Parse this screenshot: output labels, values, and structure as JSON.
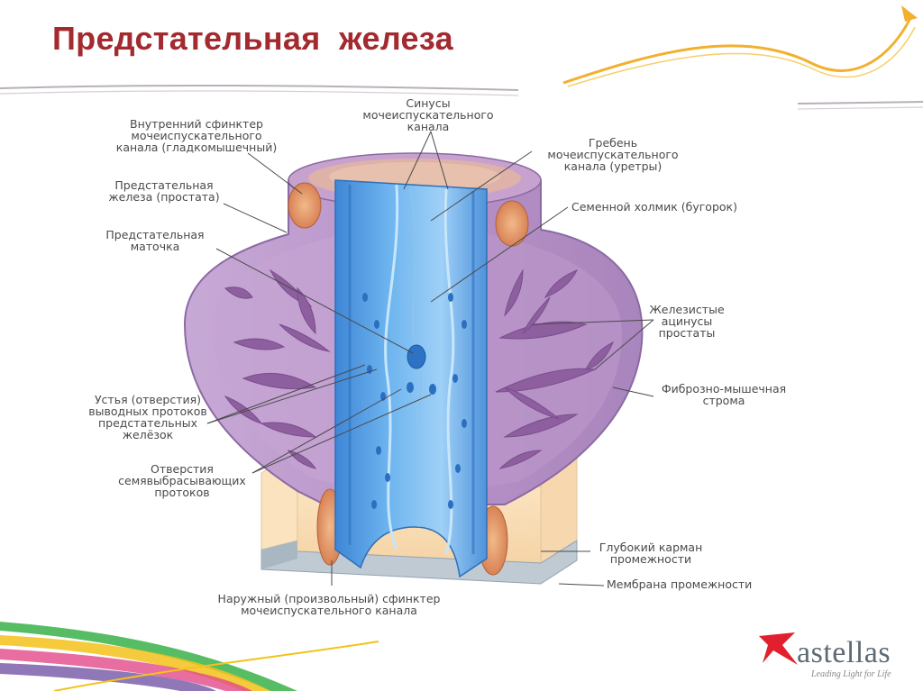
{
  "slide": {
    "title": "Предстательная  железа"
  },
  "labels": {
    "sphincter_internal": [
      "Внутренний сфинктер",
      "мочеиспускательного",
      "канала (гладкомышечный)"
    ],
    "prostate": [
      "Предстательная",
      "железа (простата)"
    ],
    "utricle": [
      "Предстательная",
      "маточка"
    ],
    "duct_openings": [
      "Устья (отверстия)",
      "выводных протоков",
      "предстательных",
      "желёзок"
    ],
    "ejaculatory_openings": [
      "Отверстия",
      "семявыбрасывающих",
      "протоков"
    ],
    "sphincter_external": [
      "Наружный (произвольный) сфинктер",
      "мочеиспускательного канала"
    ],
    "sinuses": [
      "Синусы",
      "мочеиспускательного",
      "канала"
    ],
    "crest": [
      "Гребень",
      "мочеиспускательного",
      "канала (уретры)"
    ],
    "colliculus": [
      "Семенной холмик (бугорок)"
    ],
    "acini": [
      "Железистые",
      "ацинусы",
      "простаты"
    ],
    "stroma": [
      "Фиброзно-мышечная",
      "строма"
    ],
    "deep_pouch": [
      "Глубокий карман",
      "промежности"
    ],
    "membrane": [
      "Мембрана промежности"
    ]
  },
  "logo": {
    "name": "astellas",
    "tagline": "Leading Light for Life",
    "icon": "astellas-star-icon",
    "color": "#e0202e"
  },
  "colors": {
    "title": "#a32a2f",
    "gland": "#b592c4",
    "urethra": "#5aa6e6",
    "muscle": "#e39a66",
    "tissue_base": "#f9dfb8"
  }
}
